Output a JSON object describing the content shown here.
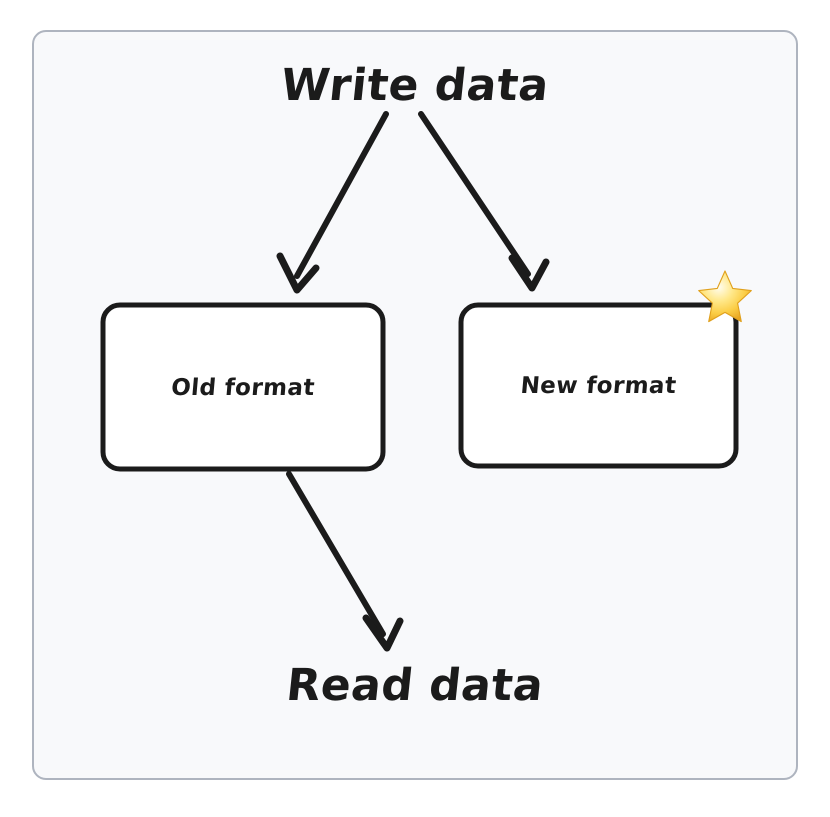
{
  "diagram": {
    "title": "Write data / Read data format migration",
    "background_color": "#f8f9fb",
    "page_color": "#ffffff",
    "frame_border_color": "#aeb4bf",
    "ink_color": "#1b1b1b",
    "star_color": "#f7c83c",
    "headings": {
      "write": "Write data",
      "read": "Read data"
    },
    "nodes": [
      {
        "id": "old-format",
        "label": "Old format",
        "badge": null
      },
      {
        "id": "new-format",
        "label": "New format",
        "badge": "star-icon"
      }
    ],
    "edges": [
      {
        "id": "write-to-old",
        "from": "Write data",
        "to": "Old format"
      },
      {
        "id": "write-to-new",
        "from": "Write data",
        "to": "New format"
      },
      {
        "id": "old-to-read",
        "from": "Old format",
        "to": "Read data"
      }
    ]
  }
}
